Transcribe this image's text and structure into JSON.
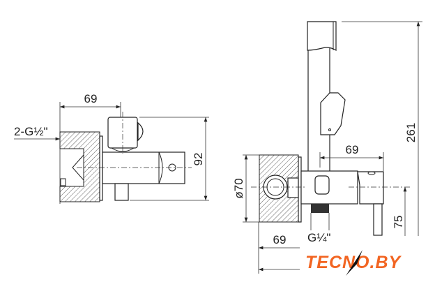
{
  "left_view": {
    "width_dim": "69",
    "thread_label": "2-G½\"",
    "height_dim": "92"
  },
  "right_view": {
    "total_height_dim": "261",
    "body_length_dim": "69",
    "diameter_dim": "ø70",
    "outlet_height_dim": "75",
    "outlet_thread_label": "G¼\"",
    "depth_dim": "69"
  },
  "watermark": {
    "text": "TECNO.BY",
    "color": "#f26522"
  }
}
